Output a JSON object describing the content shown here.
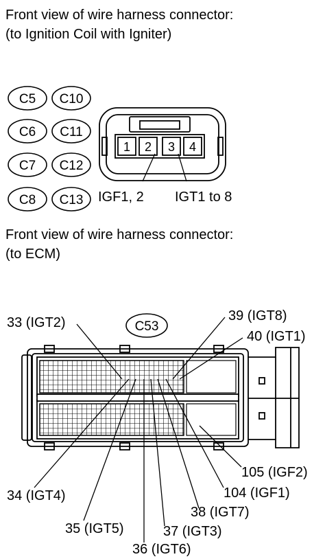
{
  "captions": {
    "coil_line1": "Front view of wire harness connector:",
    "coil_line2": "(to Ignition Coil with Igniter)",
    "ecm_line1": "Front view of wire harness connector:",
    "ecm_line2": "(to ECM)"
  },
  "coil_connector": {
    "codes_left": [
      "C5",
      "C6",
      "C7",
      "C8"
    ],
    "codes_right": [
      "C10",
      "C11",
      "C12",
      "C13"
    ],
    "pins": [
      "1",
      "2",
      "3",
      "4"
    ],
    "label_igf": "IGF1, 2",
    "label_igt": "IGT1 to 8"
  },
  "ecm_connector": {
    "code": "C53",
    "labels": {
      "t33": "33 (IGT2)",
      "t39": "39 (IGT8)",
      "t40": "40 (IGT1)",
      "t34": "34 (IGT4)",
      "t35": "35 (IGT5)",
      "t36": "36 (IGT6)",
      "t37": "37 (IGT3)",
      "t38": "38 (IGT7)",
      "t104": "104 (IGF1)",
      "t105": "105 (IGF2)"
    }
  }
}
